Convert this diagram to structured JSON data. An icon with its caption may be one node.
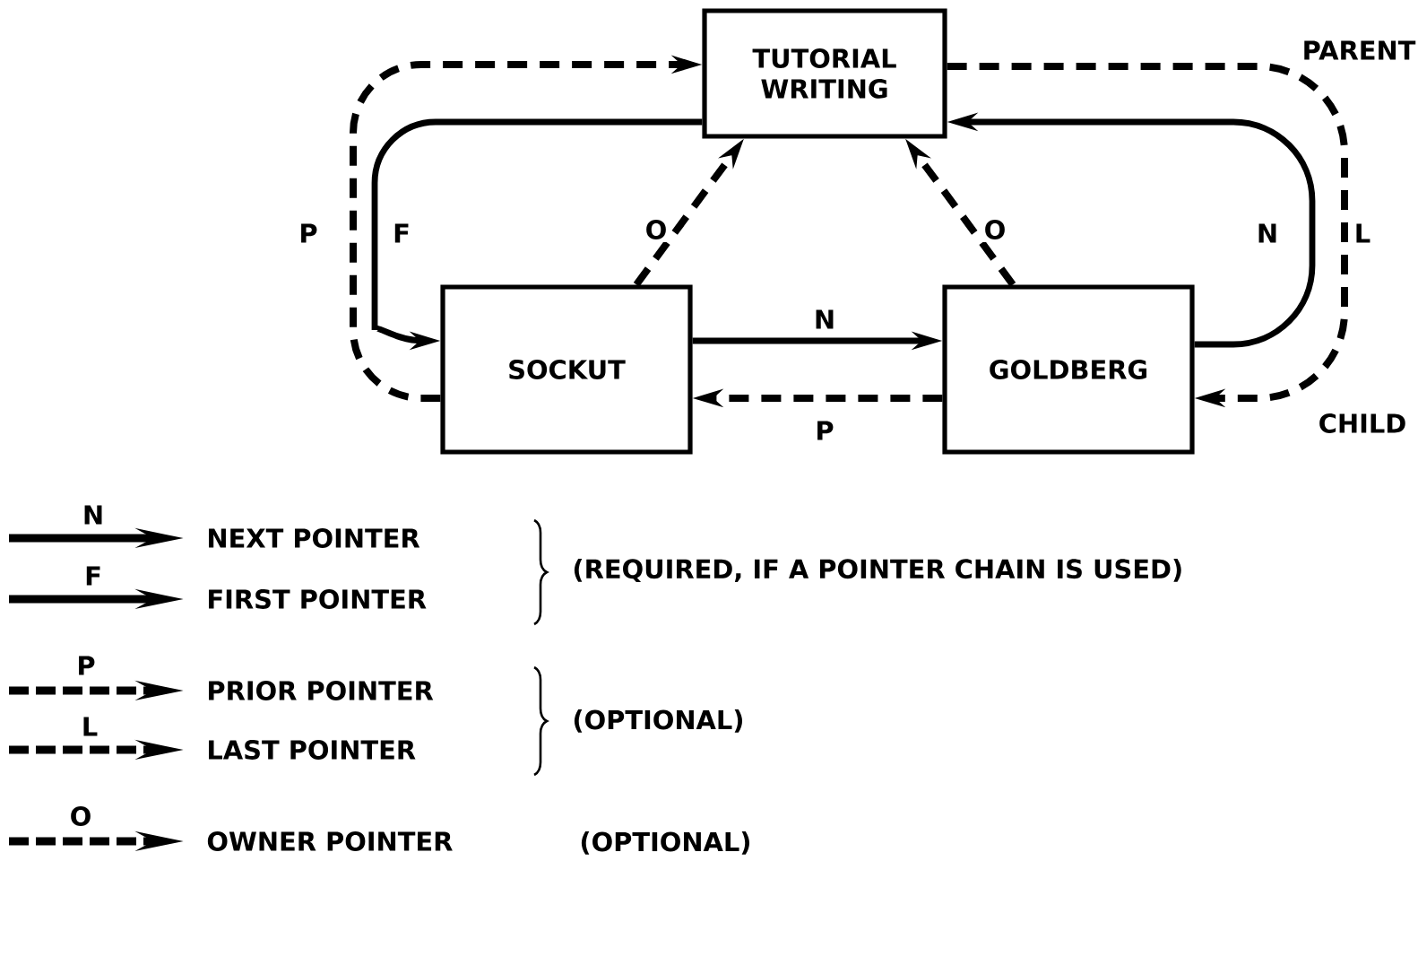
{
  "diagram": {
    "nodes": [
      {
        "text": [
          "TUTORIAL WRITING"
        ]
      },
      {
        "text": [
          "SOCKUT"
        ]
      },
      {
        "text": [
          "GOLDBERG"
        ]
      }
    ],
    "edges": [
      {
        "from": 1,
        "to": 0,
        "arrow": "to",
        "label": "P",
        "style": "dashed"
      },
      {
        "from": 0,
        "to": 1,
        "arrow": "to",
        "label": "F"
      },
      {
        "from": 1,
        "to": 0,
        "arrow": "to",
        "label": "O",
        "style": "dashed"
      },
      {
        "from": 2,
        "to": 0,
        "arrow": "to",
        "label": "O",
        "style": "dashed"
      },
      {
        "from": 1,
        "to": 2,
        "arrow": "to",
        "label": "N"
      },
      {
        "from": 2,
        "to": 1,
        "arrow": "to",
        "label": "P",
        "style": "dashed"
      },
      {
        "from": 2,
        "to": 0,
        "arrow": "to",
        "label": "N"
      },
      {
        "from": 0,
        "to": 2,
        "arrow": "to",
        "label": "L",
        "style": "dashed"
      }
    ],
    "labels": [
      "PARENT",
      "CHILD",
      "N",
      "F",
      "(REQUIRED, IF A POINTER CHAIN IS USED)",
      "P",
      "L",
      "(OPTIONAL)",
      "O",
      "(OPTIONAL)"
    ],
    "legend": [
      {
        "text": "NEXT POINTER"
      },
      {
        "text": "FIRST POINTER"
      },
      {
        "text": "PRIOR POINTER"
      },
      {
        "text": "LAST POINTER"
      },
      {
        "text": "OWNER POINTER"
      }
    ]
  }
}
